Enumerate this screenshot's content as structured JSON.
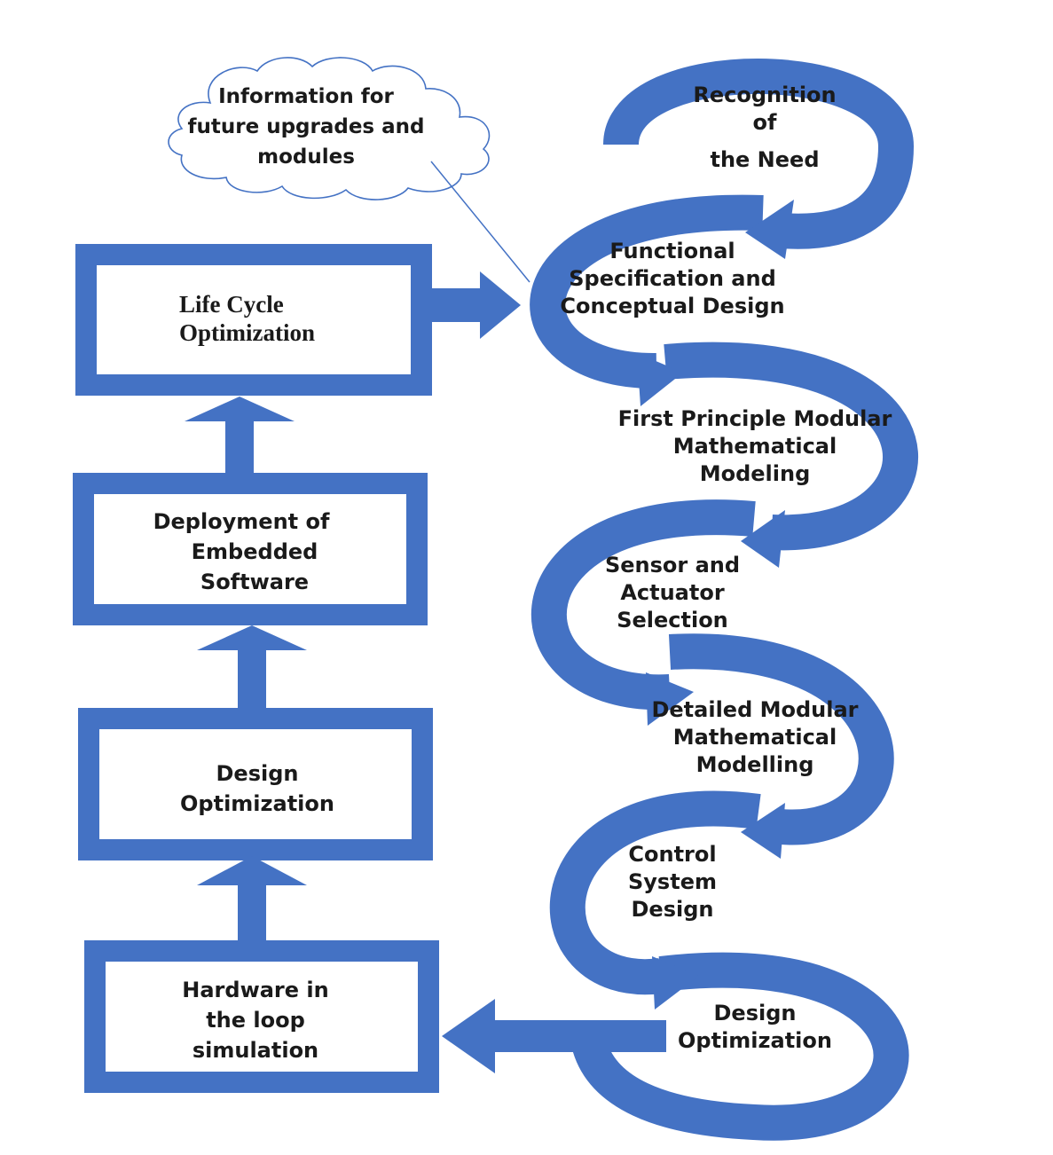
{
  "cloud": {
    "lines": [
      "Information for",
      "future upgrades and",
      "modules"
    ]
  },
  "left_boxes": [
    {
      "id": "life-cycle",
      "lines": [
        "Life Cycle",
        "Optimization"
      ]
    },
    {
      "id": "deployment",
      "lines": [
        "Deployment of",
        "Embedded",
        "Software"
      ]
    },
    {
      "id": "design-opt",
      "lines": [
        "Design",
        "Optimization"
      ]
    },
    {
      "id": "hil",
      "lines": [
        "Hardware in",
        "the loop",
        "simulation"
      ]
    }
  ],
  "spiral_stages": [
    {
      "id": "recognition",
      "lines": [
        "Recognition",
        "of",
        "the Need"
      ]
    },
    {
      "id": "functional",
      "lines": [
        "Functional",
        "Specification and",
        "Conceptual Design"
      ]
    },
    {
      "id": "first-principle",
      "lines": [
        "First Principle Modular",
        "Mathematical",
        "Modeling"
      ]
    },
    {
      "id": "sensor",
      "lines": [
        "Sensor and",
        "Actuator",
        "Selection"
      ]
    },
    {
      "id": "detailed",
      "lines": [
        "Detailed Modular",
        "Mathematical",
        "Modelling"
      ]
    },
    {
      "id": "control",
      "lines": [
        "Control",
        "System",
        "Design"
      ]
    },
    {
      "id": "design-opt-final",
      "lines": [
        "Design",
        "Optimization"
      ]
    }
  ],
  "colors": {
    "blue": "#4472C4",
    "cloud_outline": "#4472C4",
    "text": "#1a1a1a"
  }
}
